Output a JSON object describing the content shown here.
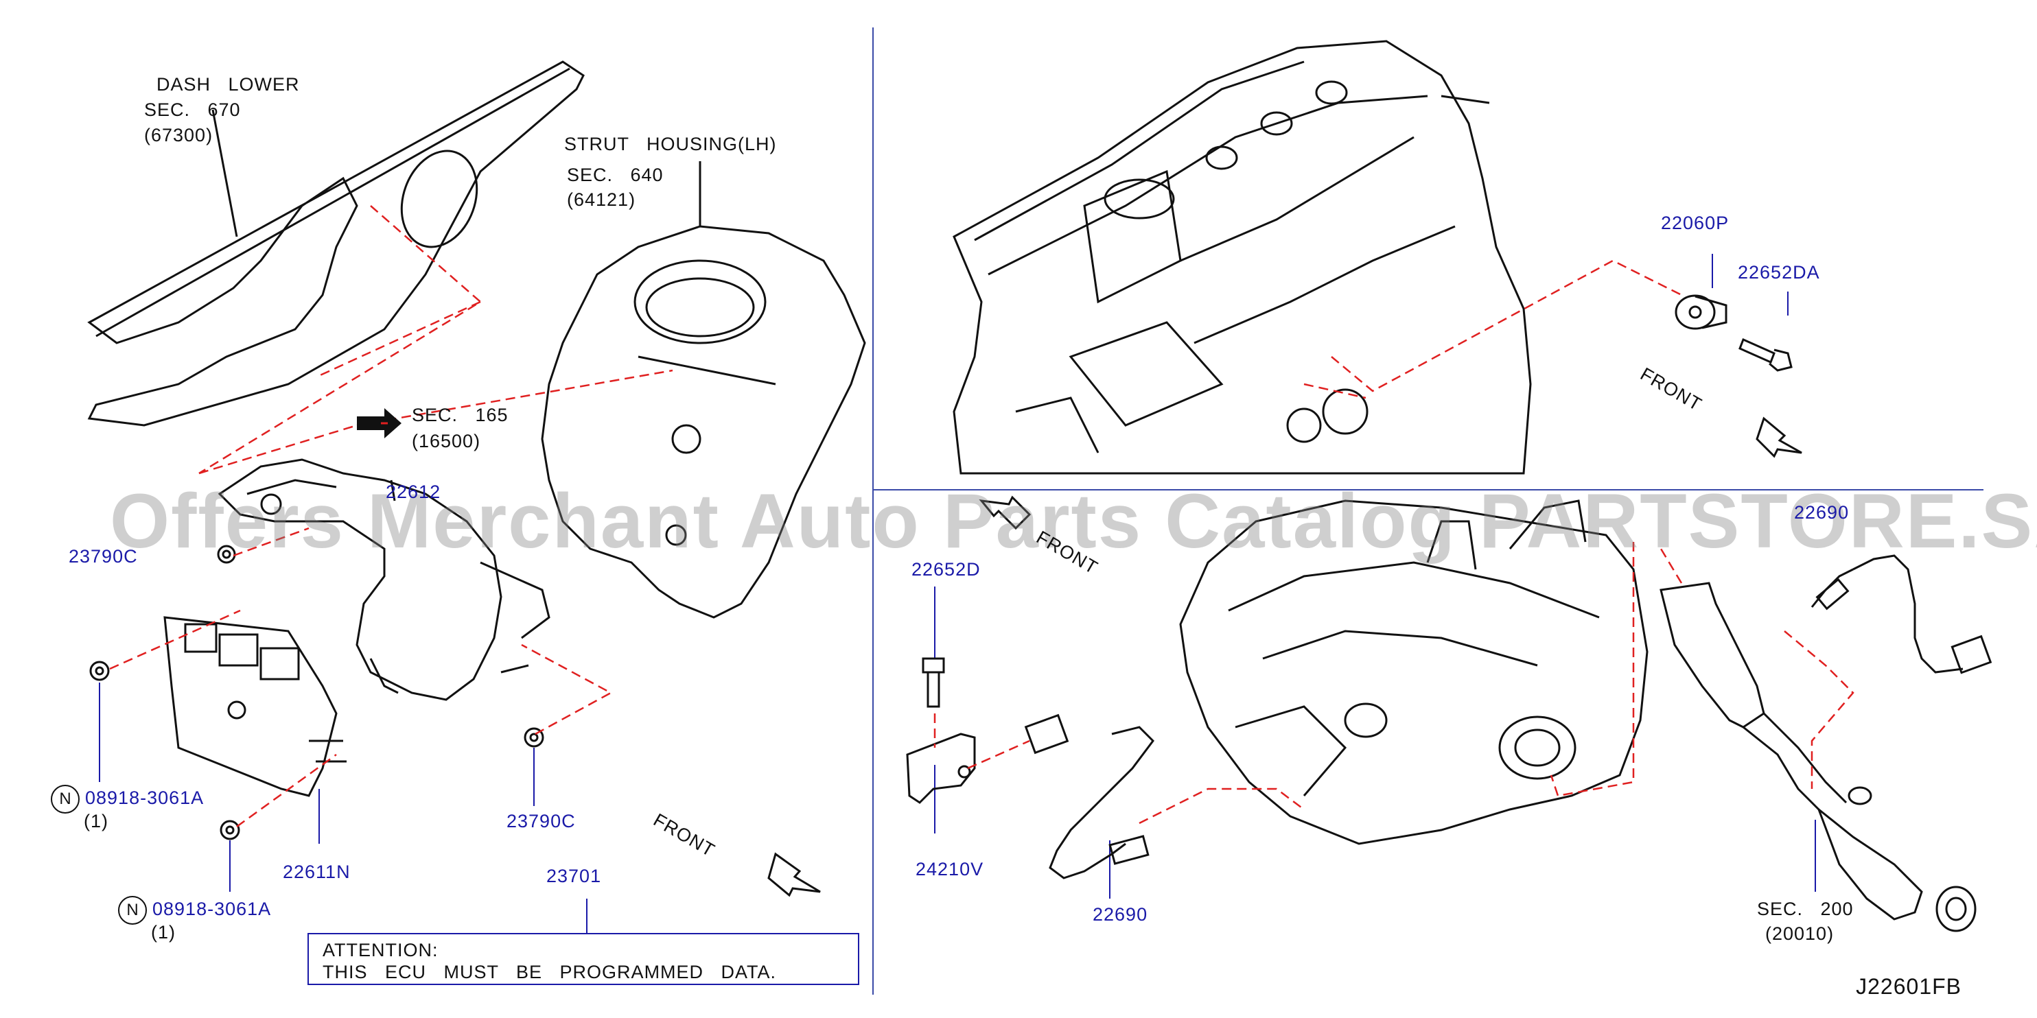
{
  "labels": {
    "dash_lower": [
      "DASH   LOWER",
      "SEC.   670",
      "(67300)"
    ],
    "strut_housing": [
      "STRUT   HOUSING(LH)",
      "SEC.   640",
      "(64121)"
    ],
    "sec165": [
      "SEC.   165",
      "(16500)"
    ],
    "sec200": [
      "SEC.   200",
      "(20010)"
    ],
    "front": "FRONT"
  },
  "parts": {
    "p22612": "22612",
    "p23790c_a": "23790C",
    "p23790c_b": "23790C",
    "p08918_a": "08918-3061A",
    "p08918_a_qty": "(1)",
    "p08918_b": "08918-3061A",
    "p08918_b_qty": "(1)",
    "p22611n": "22611N",
    "p23701": "23701",
    "p22060p": "22060P",
    "p22652da": "22652DA",
    "p22652d": "22652D",
    "p24210v": "24210V",
    "p22690_a": "22690",
    "p22690_b": "22690"
  },
  "n_marker": "N",
  "attention": {
    "line1": "ATTENTION:",
    "line2": "THIS   ECU   MUST   BE   PROGRAMMED   DATA."
  },
  "diagram_code": "J22601FB",
  "watermark": "Offers Merchant Auto Parts Catalog PARTSTORE.SA",
  "colors": {
    "line": "#111111",
    "callout": "#1a1aa8",
    "leader": "#e02020"
  }
}
